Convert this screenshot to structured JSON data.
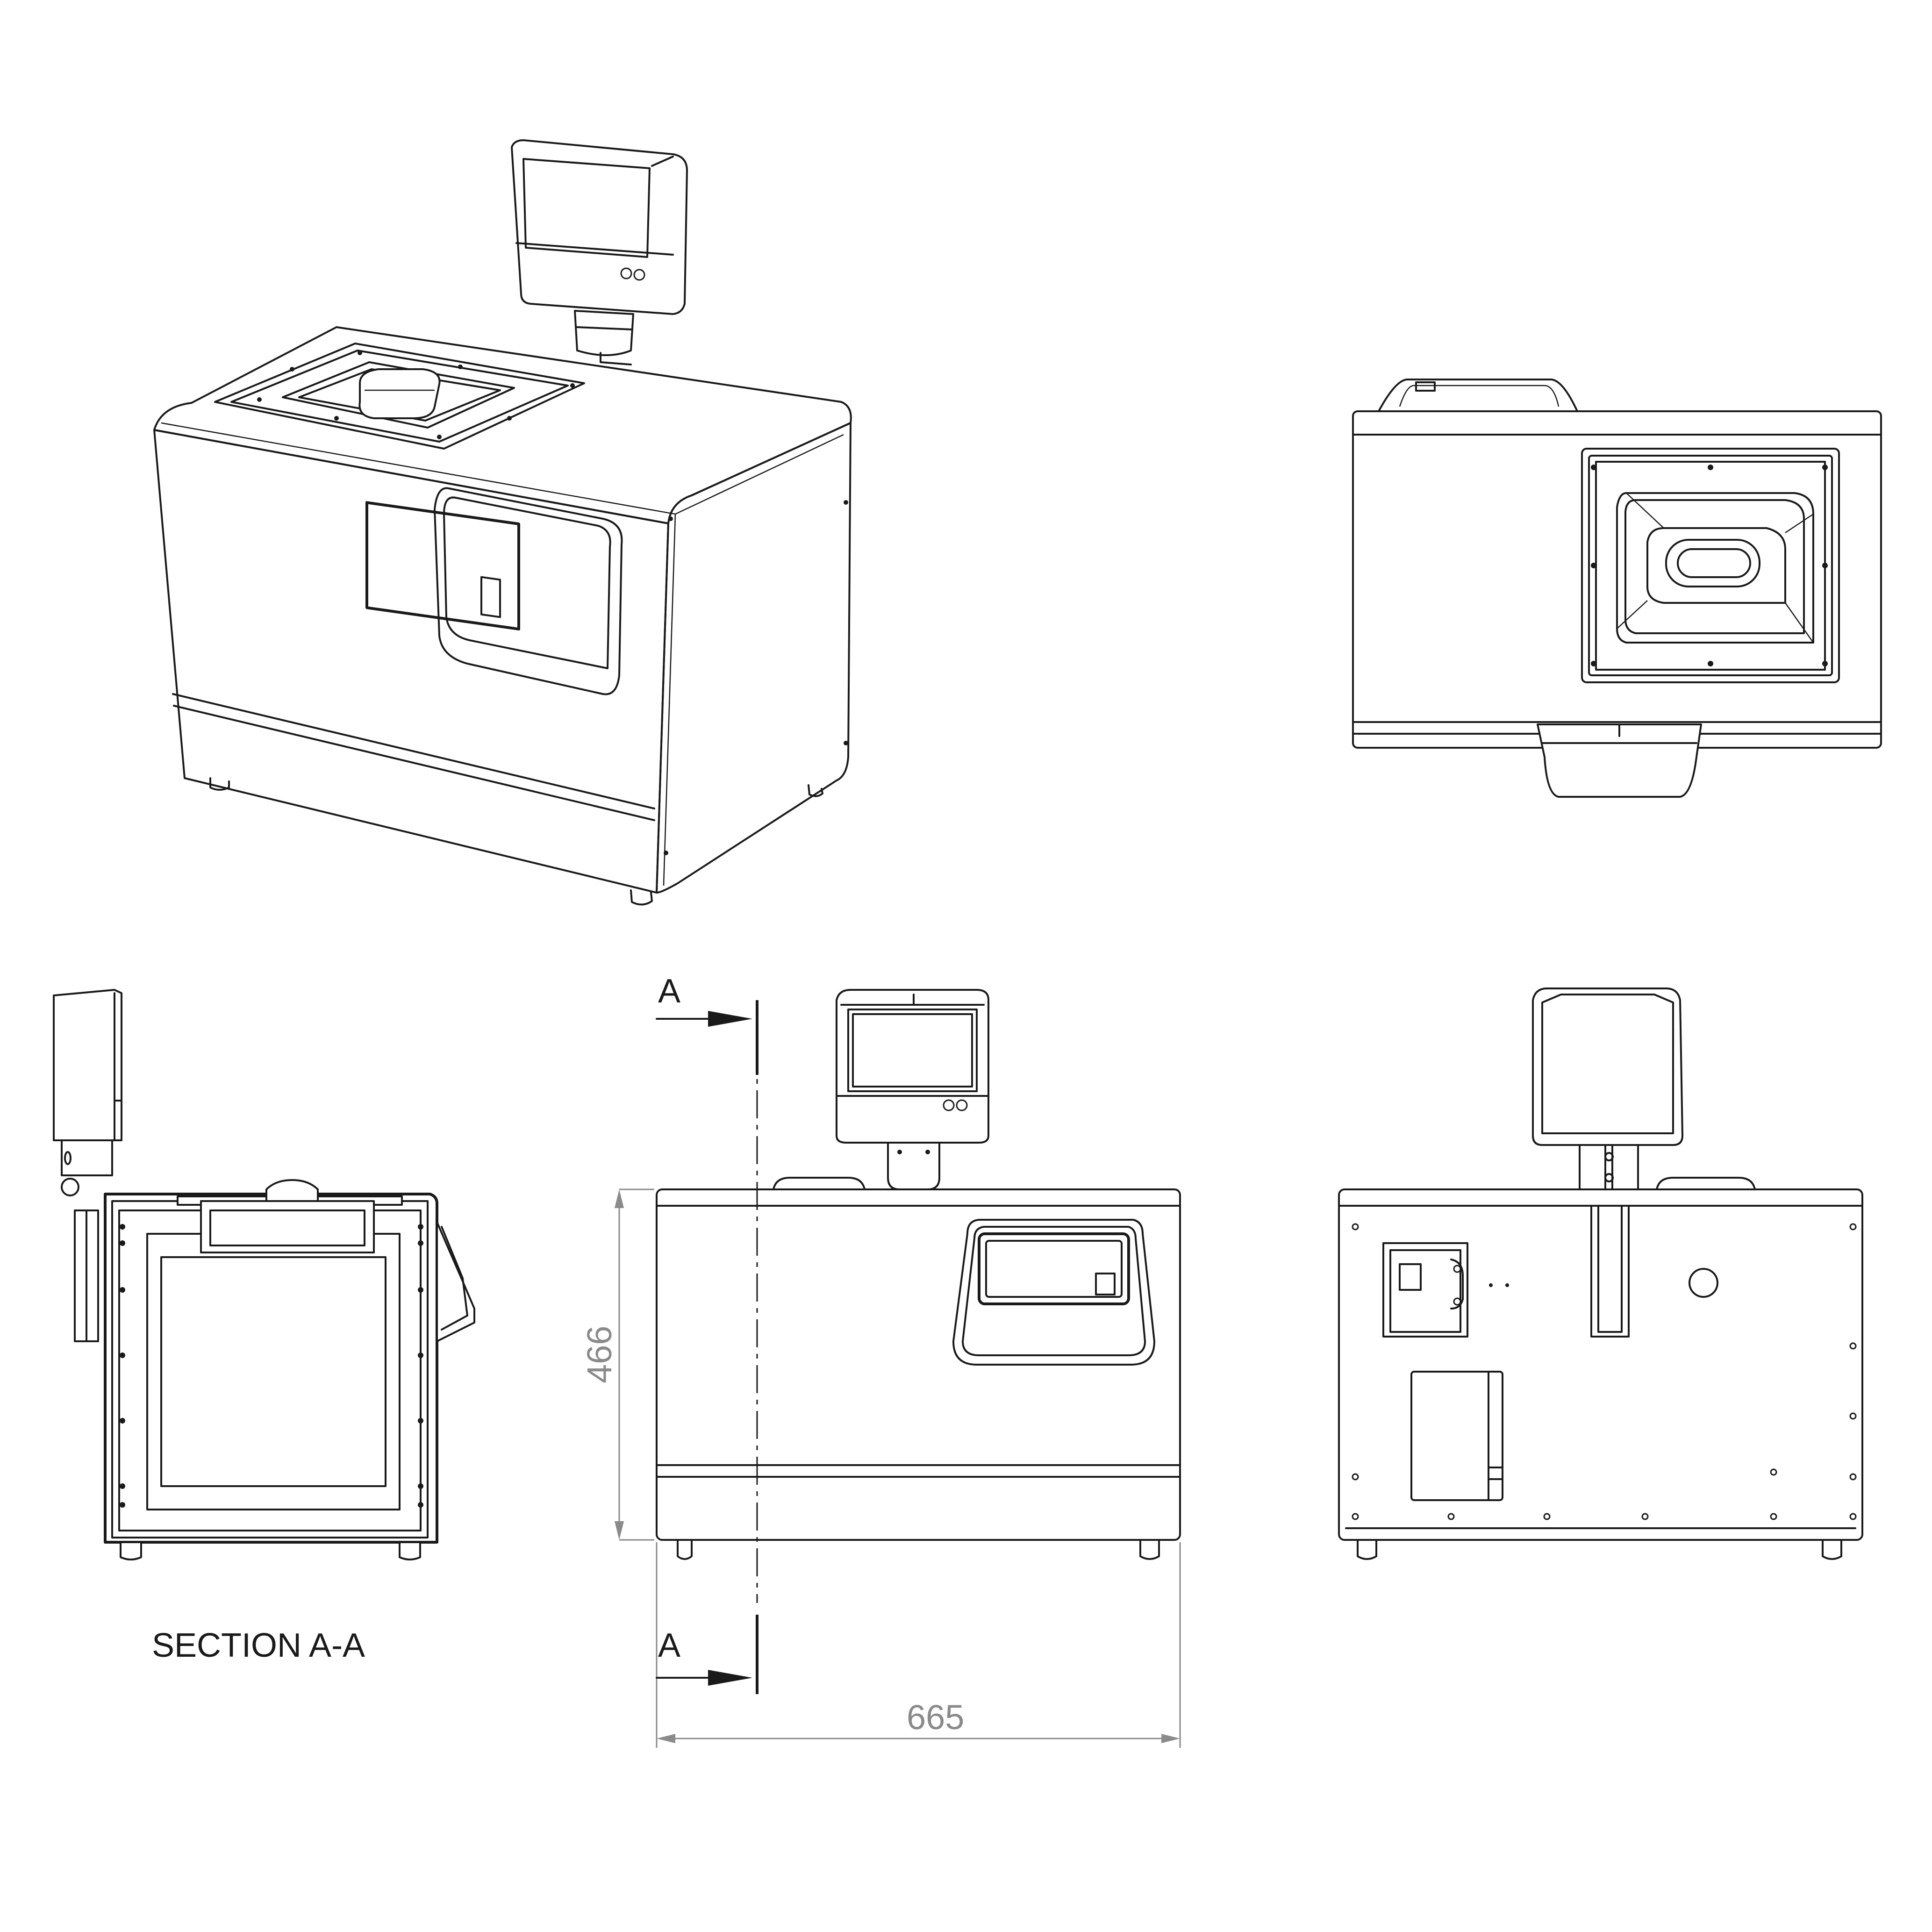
{
  "labels": {
    "section_title": "SECTION A-A",
    "section_mark_top": "A",
    "section_mark_bottom": "A"
  },
  "dimensions": {
    "height": "466",
    "width": "665"
  }
}
